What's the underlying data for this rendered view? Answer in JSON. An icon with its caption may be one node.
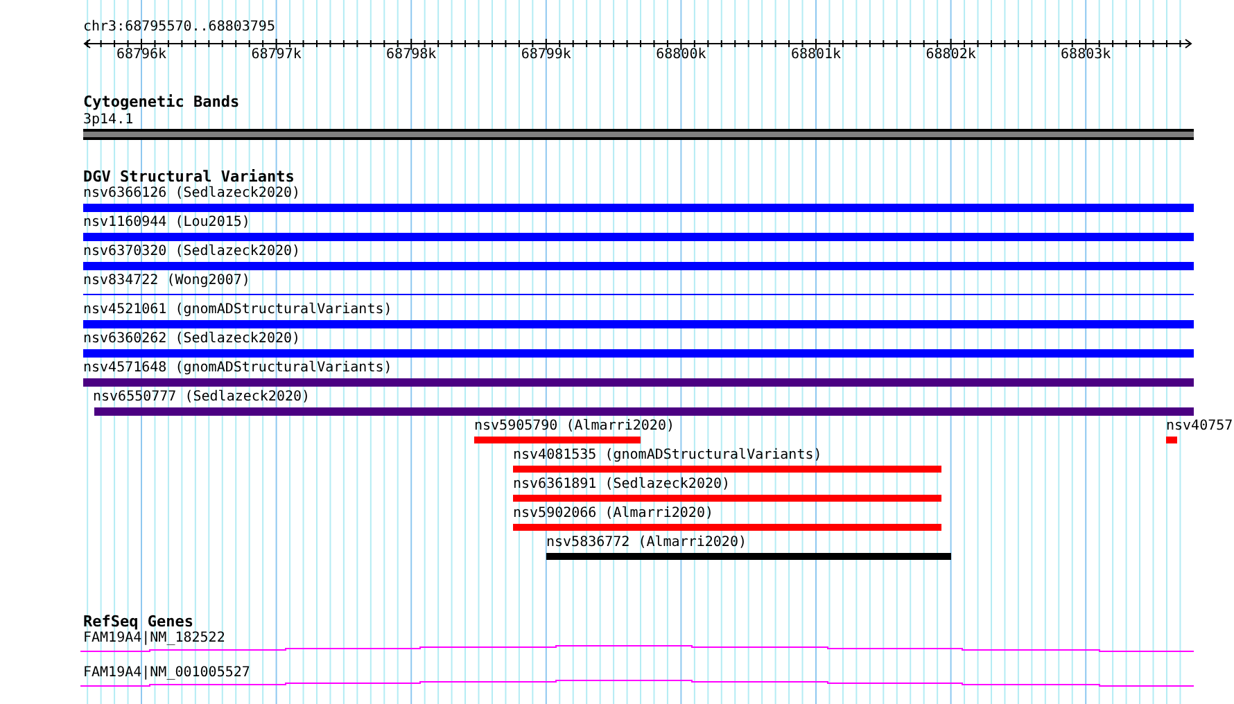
{
  "diagram": {
    "title": "chr3:68795570..68803795",
    "nodes": [
      {
        "text": [
          "3p14.1"
        ]
      },
      {
        "text": [
          "nsv6366126 (Sedlazeck2020)"
        ]
      },
      {
        "text": [
          "nsv1160944 (Lou2015)"
        ]
      },
      {
        "text": [
          "nsv6370320 (Sedlazeck2020)"
        ]
      },
      {
        "text": [
          "nsv834722 (Wong2007)"
        ]
      },
      {
        "text": [
          "nsv4521061 (gnomADStructuralVariants)"
        ]
      },
      {
        "text": [
          "nsv6360262 (Sedlazeck2020)"
        ]
      },
      {
        "text": [
          "nsv4571648 (gnomADStructuralVariants)"
        ]
      },
      {
        "text": [
          "nsv6550777 (Sedlazeck2020)"
        ]
      },
      {
        "text": [
          "nsv5905790 (Almarri2020)"
        ]
      },
      {
        "text": [
          "nsv40757"
        ]
      },
      {
        "text": [
          "nsv4081535 (gnomADStructuralVariants)"
        ]
      },
      {
        "text": [
          "nsv6361891 (Sedlazeck2020)"
        ]
      },
      {
        "text": [
          "nsv5902066 (Almarri2020)"
        ]
      },
      {
        "text": [
          "nsv5836772 (Almarri2020)"
        ]
      },
      {
        "text": [
          "FAM19A4|NM_182522"
        ]
      },
      {
        "text": [
          "FAM19A4|NM_001005527"
        ]
      }
    ],
    "labels": [
      "68796k",
      "68797k",
      "68798k",
      "68799k",
      "68800k",
      "68801k",
      "68802k",
      "68803k",
      "Cytogenetic Bands",
      "DGV Structural Variants",
      "RefSeq Genes"
    ]
  }
}
